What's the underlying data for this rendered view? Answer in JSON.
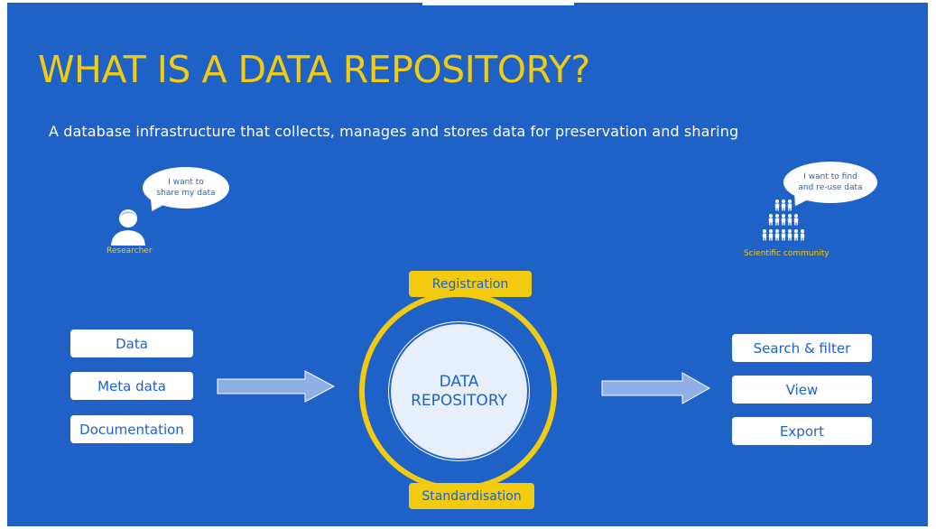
{
  "slide": {
    "title": "WHAT IS A DATA REPOSITORY?",
    "subtitle": "A database infrastructure that collects, manages and stores data for preservation and sharing"
  },
  "researcher": {
    "speech": "I want to\nshare my data",
    "label": "Researcher",
    "icon": "person-icon"
  },
  "community": {
    "speech": "I want to find\nand re-use data",
    "label": "Scientific community",
    "icon": "group-pyramid-icon"
  },
  "inputs": [
    "Data",
    "Meta data",
    "Documentation"
  ],
  "repository": {
    "line1": "DATA",
    "line2": "REPOSITORY",
    "top_tag": "Registration",
    "bottom_tag": "Standardisation"
  },
  "outputs": [
    "Search & filter",
    "View",
    "Export"
  ],
  "colors": {
    "background": "#1e62c8",
    "accent": "#f3cb0f",
    "box": "#ffffff",
    "arrow": "#8fb0e6",
    "core": "#e7effb"
  }
}
